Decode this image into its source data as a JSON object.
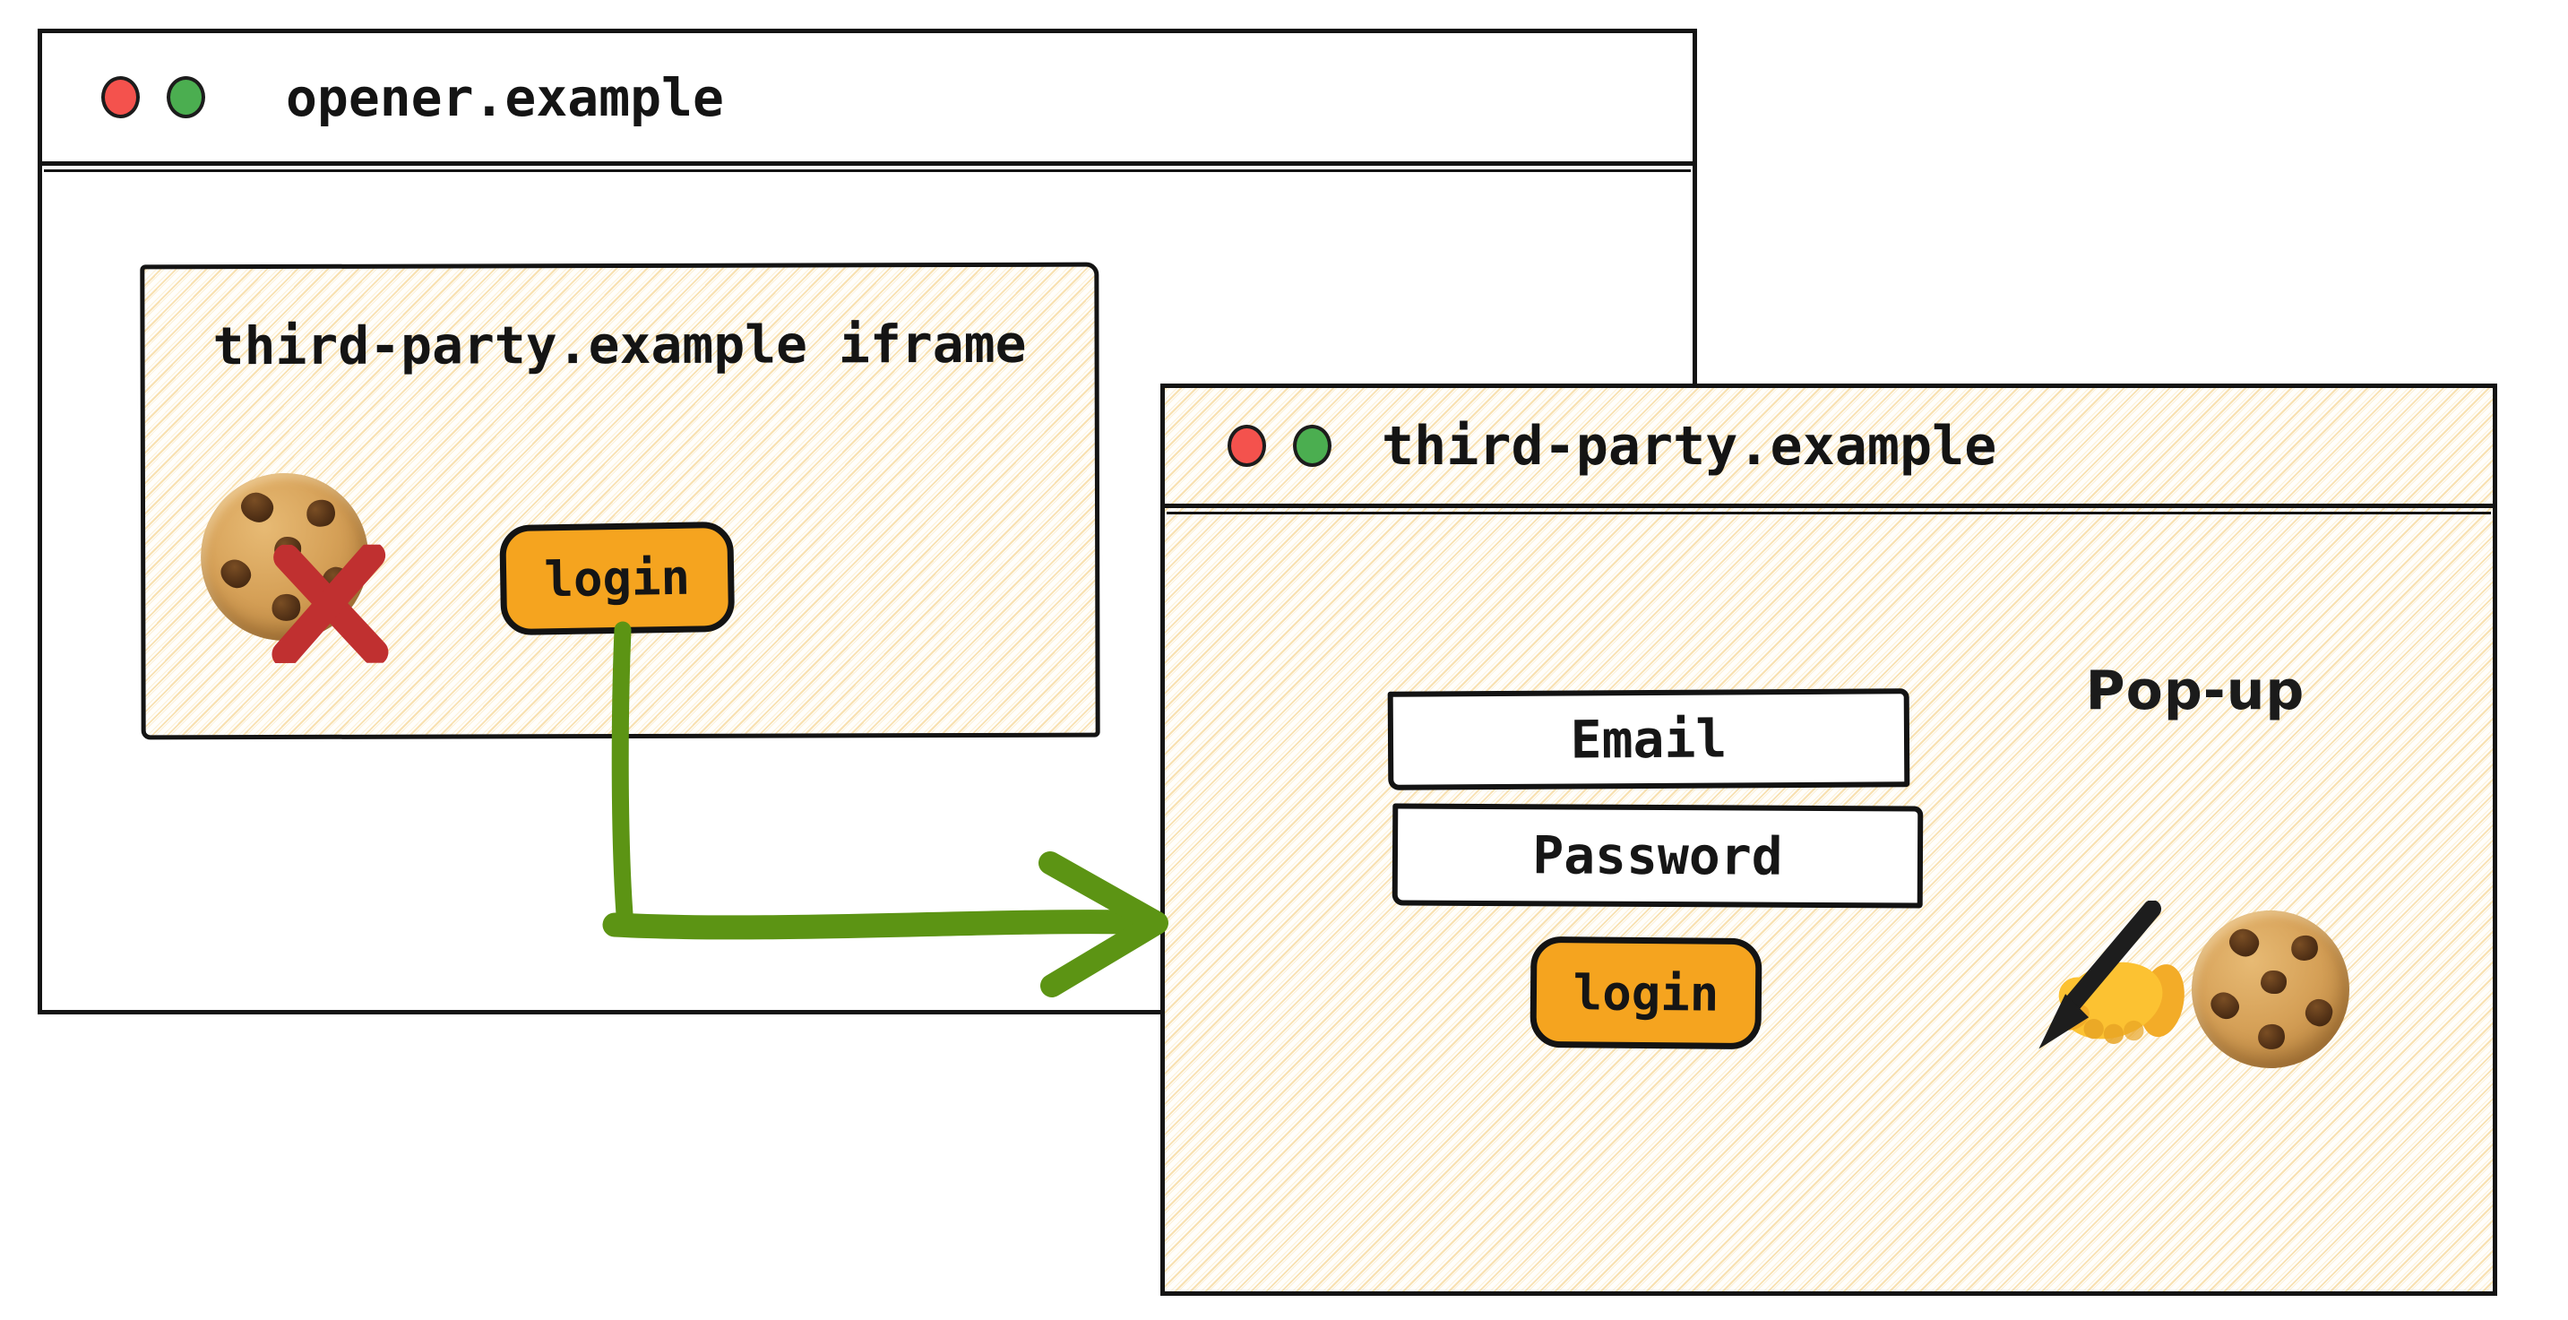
{
  "opener_window": {
    "title": "opener.example",
    "traffic_lights": [
      "red",
      "green"
    ],
    "iframe": {
      "title": "third-party.example iframe",
      "login_button_label": "login",
      "cookie_icon": "cookie",
      "blocked_icon": "red-x-blocked"
    }
  },
  "popup_window": {
    "title": "third-party.example",
    "window_label": "Pop-up",
    "traffic_lights": [
      "red",
      "green"
    ],
    "email_field_label": "Email",
    "password_field_label": "Password",
    "login_button_label": "login",
    "writing_hand_icon": "writing-hand",
    "cookie_icon": "cookie"
  },
  "arrow": {
    "meaning": "opens",
    "from": "iframe login button",
    "to": "pop-up window"
  },
  "colors": {
    "button_orange": "#F5A41F",
    "arrow_green": "#5C9414",
    "blocked_x_red": "#C03030",
    "traffic_light_red": "#F4524D",
    "traffic_light_green": "#4BAE50",
    "hatch_gold": "#F2C46A",
    "ink_black": "#141414"
  }
}
